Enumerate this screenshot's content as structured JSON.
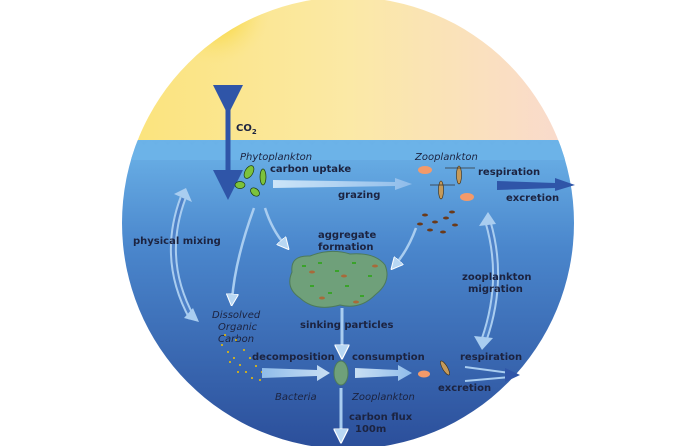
{
  "labels": {
    "co2": "CO",
    "co2_sub": "2",
    "phytoplankton": "Phytoplankton",
    "carbon_uptake": "carbon uptake",
    "grazing": "grazing",
    "zooplankton_top": "Zooplankton",
    "respiration_top": "respiration",
    "excretion_top": "excretion",
    "physical_mixing": "physical mixing",
    "aggregate_1": "aggregate",
    "aggregate_2": "formation",
    "zoo_migration_1": "zooplankton",
    "zoo_migration_2": "migration",
    "doc_1": "Dissolved",
    "doc_2": "Organic",
    "doc_3": "Carbon",
    "sinking_particles": "sinking particles",
    "decomposition": "decomposition",
    "consumption": "consumption",
    "respiration_bottom": "respiration",
    "excretion_bottom": "excretion",
    "bacteria": "Bacteria",
    "zooplankton_bottom": "Zooplankton",
    "carbon_flux": "carbon flux",
    "depth": "100m"
  },
  "colors": {
    "sun": "#f7d21c",
    "sky_left": "#fbe37a",
    "sky_right": "#f9d9d0",
    "water_top": "#6ab2e6",
    "water_bottom": "#2b4e9a",
    "arrow_dark": "#2f55a8",
    "arrow_light": "#a9cdf0"
  }
}
